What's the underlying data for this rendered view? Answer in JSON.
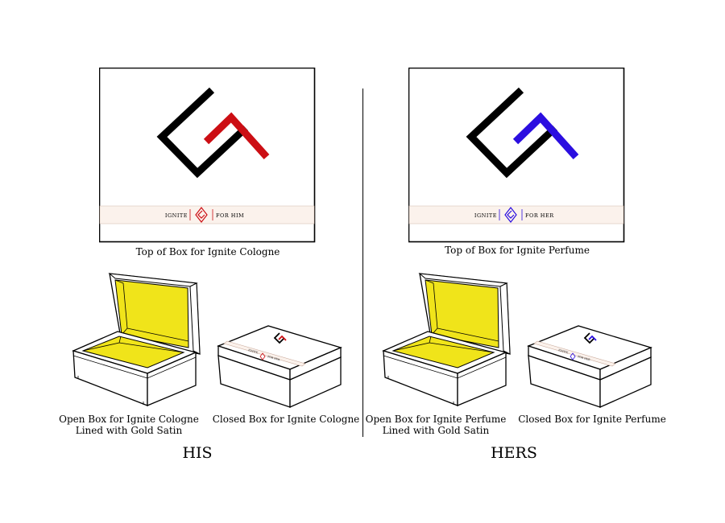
{
  "his": {
    "accent": "#cc0e14",
    "band_brand": "IGNITE",
    "band_sub": "FOR HIM",
    "top_caption": "Top of Box for Ignite Cologne",
    "open_caption_line1": "Open Box for Ignite Cologne",
    "open_caption_line2": "Lined with Gold Satin",
    "closed_caption": "Closed Box for Ignite Cologne",
    "label": "HIS"
  },
  "hers": {
    "accent": "#2b0ee0",
    "band_brand": "IGNITE",
    "band_sub": "FOR HER",
    "top_caption": "Top of Box for Ignite Perfume",
    "open_caption_line1": "Open Box for Ignite Perfume",
    "open_caption_line2": "Lined with Gold Satin",
    "closed_caption": "Closed Box for Ignite Perfume",
    "label": "HERS"
  },
  "lining_color": "#f0e41a",
  "band_color": "#fbf2ec"
}
